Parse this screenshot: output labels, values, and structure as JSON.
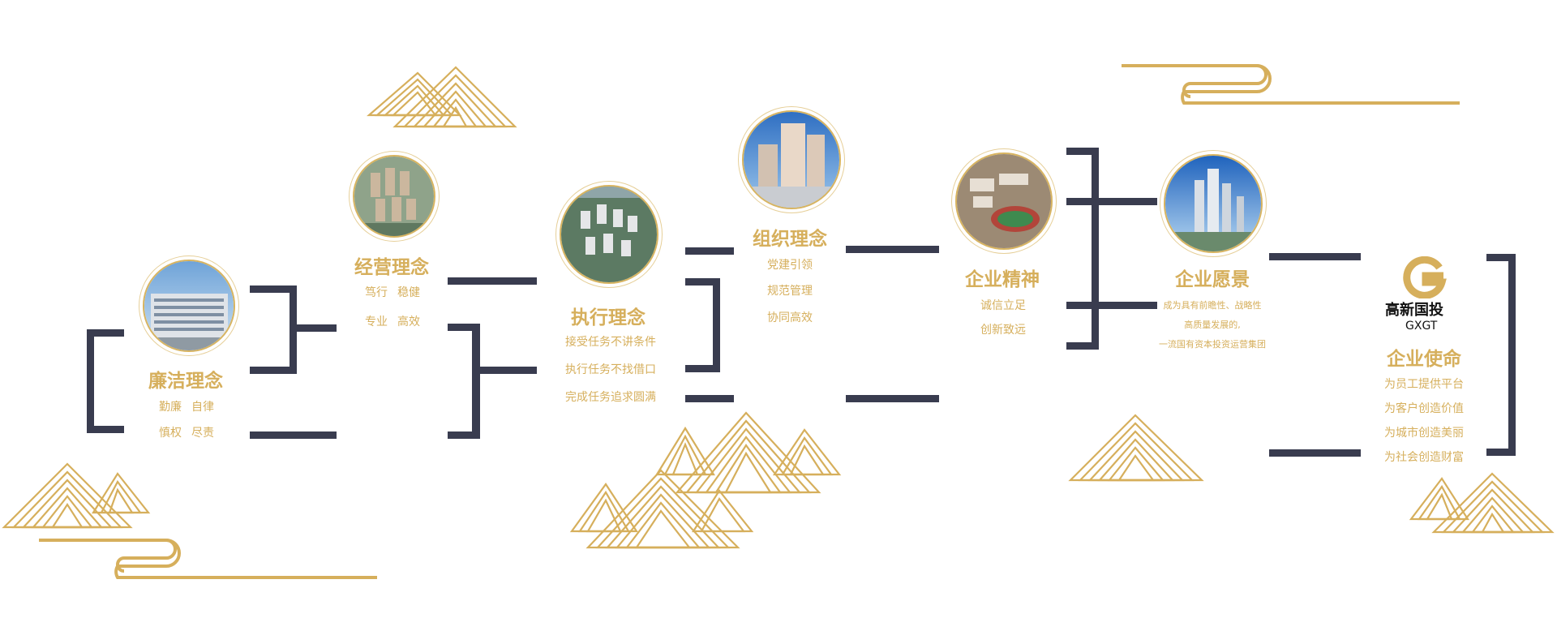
{
  "colors": {
    "gold": "#d6af5c",
    "navy": "#393c4f"
  },
  "sections": {
    "lianjie": {
      "title": "廉洁理念",
      "row1": [
        "勤廉",
        "自律"
      ],
      "row2": [
        "慎权",
        "尽责"
      ]
    },
    "jingying": {
      "title": "经营理念",
      "row1": [
        "笃行",
        "稳健"
      ],
      "row2": [
        "专业",
        "高效"
      ]
    },
    "zhixing": {
      "title": "执行理念",
      "lines": [
        "接受任务不讲条件",
        "执行任务不找借口",
        "完成任务追求圆满"
      ]
    },
    "zuzhi": {
      "title": "组织理念",
      "lines": [
        "党建引领",
        "规范管理",
        "协同高效"
      ]
    },
    "jingshen": {
      "title": "企业精神",
      "lines": [
        "诚信立足",
        "创新致远"
      ]
    },
    "yuanjing": {
      "title": "企业愿景",
      "lines": [
        "成为具有前瞻性、战略性",
        "高质量发展的,",
        "一流国有资本投资运营集团"
      ]
    },
    "shiming": {
      "title": "企业使命",
      "lines": [
        "为员工提供平台",
        "为客户创造价值",
        "为城市创造美丽",
        "为社会创造财富"
      ]
    }
  },
  "logo": {
    "name": "高新国投",
    "abbr": "GXGT",
    "icon": "g-logo-icon"
  },
  "photos": [
    "office-building-photo",
    "residential-aerial-photo",
    "community-aerial-photo",
    "tower-building-photo",
    "campus-aerial-photo",
    "skyscraper-photo"
  ]
}
